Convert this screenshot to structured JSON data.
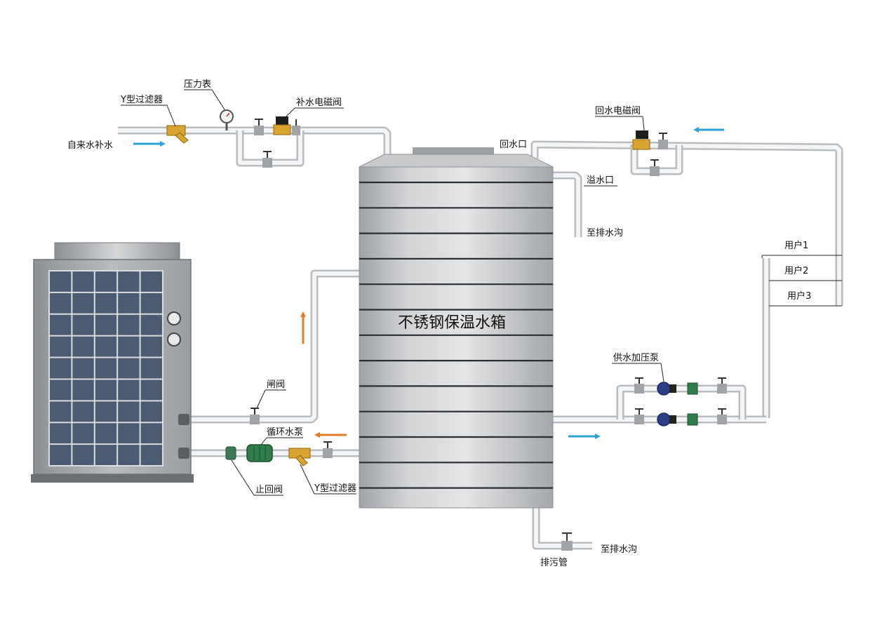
{
  "tank": {
    "title": "不锈钢保温水箱"
  },
  "labels": {
    "tap_water_in": "自来水补水",
    "y_filter_top": "Y型过滤器",
    "pressure_gauge": "压力表",
    "makeup_solenoid": "补水电磁阀",
    "return_solenoid": "回水电磁阀",
    "return_port": "回水口",
    "overflow_port": "溢水口",
    "to_drain_top": "至排水沟",
    "user_1": "用户1",
    "user_2": "用户2",
    "user_3": "用户3",
    "booster_pump": "供水加压泵",
    "gate_valve": "闸阀",
    "circ_pump": "循环水泵",
    "check_valve": "止回阀",
    "y_filter_bottom": "Y型过滤器",
    "sewage_pipe": "排污管",
    "to_drain_bottom": "至排水沟"
  },
  "colors": {
    "pipe": "#b9bcbf",
    "tank_body": "#c9cbcd",
    "tank_band": "#2a2d33",
    "heat_pump_body": "#a6a9ad",
    "heat_pump_panel": "#4a5b73",
    "arrow_blue": "#2ea0d6",
    "arrow_orange": "#e07b28",
    "brass": "#d9a430",
    "pump_blue": "#2c3e86",
    "pump_green": "#2e7d4a"
  }
}
